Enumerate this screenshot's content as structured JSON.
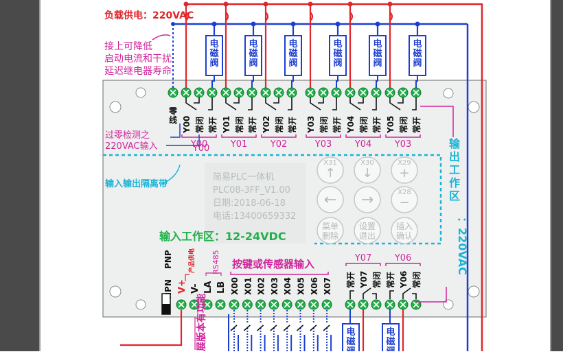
{
  "colors": {
    "red": "#e0262b",
    "blue": "#1d3fd0",
    "magenta": "#d0249a",
    "cyan": "#19b4d6",
    "green": "#22b04b",
    "board": "#eef0f0",
    "gray_border": "#5a5a5a"
  },
  "header": {
    "power_label": "负载供电：220VAC"
  },
  "notes": {
    "reduce_current": [
      "接上可降低",
      "启动电流和干扰",
      "延迟继电器寿命"
    ],
    "zero_cross": [
      "过零检测之",
      "220VAC输入"
    ]
  },
  "valve_label": "电磁阀",
  "top_terminals": {
    "zero_line": "零线",
    "groups": [
      {
        "name": "Y00",
        "nc": "常闭",
        "no": "常开",
        "label": "Y00"
      },
      {
        "name": "Y01",
        "nc": "常闭",
        "no": "常开",
        "label": "Y01"
      },
      {
        "name": "Y02",
        "nc": "常闭",
        "no": "常开",
        "label": "Y02"
      },
      {
        "name": "Y03",
        "nc": "常闭",
        "no": "常开",
        "label": "Y03"
      },
      {
        "name": "Y04",
        "nc": "常闭",
        "no": "常开",
        "label": "Y04"
      },
      {
        "name": "Y05",
        "nc": "常闭",
        "no": "常开",
        "label": "Y03"
      }
    ]
  },
  "output_zone": {
    "label": "输出工作区：220VAC"
  },
  "isolation": {
    "label": "输入输出隔离带"
  },
  "board_info": {
    "title": "简易PLC一体机",
    "model": "PLC08-3FF_V1.00",
    "date": "日期:2018-06-18",
    "phone": "电话:13400659332"
  },
  "keypad": {
    "keys": [
      {
        "id": "X31",
        "sub": "↑"
      },
      {
        "id": "X30",
        "sub": "↓"
      },
      {
        "id": "X29",
        "sub": "+"
      },
      {
        "id": "",
        "sub": "←"
      },
      {
        "id": "",
        "sub": "→"
      },
      {
        "id": "X28",
        "sub": "−"
      },
      {
        "id": "",
        "sub": "菜单\n删除"
      },
      {
        "id": "",
        "sub": "设置\n退出"
      },
      {
        "id": "",
        "sub": "插入\n确认"
      }
    ]
  },
  "input_zone": {
    "label": "输入工作区：12-24VDC",
    "keys_label": "按键或传感器输入",
    "inputs": [
      "X00",
      "X01",
      "X02",
      "X03",
      "X04",
      "X05",
      "X06",
      "X07"
    ],
    "power_pins": [
      "V+",
      "V-",
      "LA",
      "LB"
    ],
    "npn_pnp": [
      "NPN",
      "PNP"
    ],
    "power_note": "产品供电",
    "rs485": "RS485",
    "ext_note": "展版本有功能"
  },
  "bottom_outputs": {
    "groups": [
      {
        "label": "Y07",
        "no": "常开",
        "name": "Y07",
        "nc": "常闭"
      },
      {
        "label": "Y06",
        "no": "常开",
        "name": "Y06",
        "nc": "常闭"
      }
    ],
    "valve_label": "电磁阀"
  }
}
